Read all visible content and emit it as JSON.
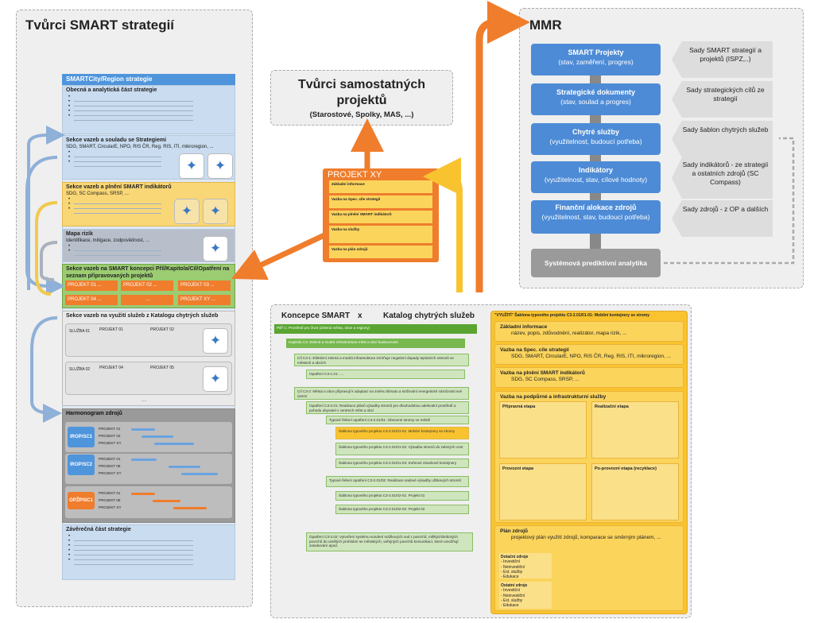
{
  "left": {
    "title": "Tvůrci SMART strategií",
    "strategy_header": "SMARTCity/Region strategie",
    "sec1": "Obecná a analytická část strategie",
    "sec2_title": "Sekce vazeb a souladu se Strategiemi",
    "sec2_sub": "SDG, SMART, CircularE, NPO, RIS ČR, Reg. RIS, ITI, mikroregion, ...",
    "sec3_title": "Sekce vazeb a plnění SMART indikátorů",
    "sec3_sub": "SDG, SC Compass, SRSP, ...",
    "sec4_title": "Mapa rizik",
    "sec4_sub": "Identifikace, mitigace, zodpovědnost, ...",
    "sec5_title": "Sekce vazeb na SMART koncepci Příl/Kapitola/Cíl/Opatření na seznam připravovaných projektů",
    "projects": [
      "PROJEKT 01 ...",
      "PROJEKT 02 ...",
      "PROJEKT 03 ...",
      "PROJEKT 04 ...",
      "...",
      "PROJEKT XY ..."
    ],
    "sec6_title": "Sekce vazeb na využití služeb z Katalogu chytrých služeb",
    "sl1": "SLUŽBA 01",
    "sl1_p1": "PROJEKT 01",
    "sl1_p2": "PROJEKT 02",
    "sl2": "SLUŽBA 02",
    "sl2_p1": "PROJEKT 04",
    "sl2_p2": "PROJEKT 05",
    "dots": "....",
    "harm_title": "Harmonogram zdrojů",
    "h1": "IROP/SC1",
    "h1_rows": [
      "PROJEKT 01",
      "PROJEKT 02",
      "PROJEKT XY"
    ],
    "h2": "IROP/SC2",
    "h2_rows": [
      "PROJEKT 01",
      "PROJEKT 06",
      "PROJEKT XY"
    ],
    "h3": "OPŽP/SC1",
    "h3_rows": [
      "PROJEKT 01",
      "PROJEKT 06",
      "PROJEKT XY"
    ],
    "final": "Závěrečná část strategie"
  },
  "center": {
    "title": "Tvůrci samostatných projektů",
    "sub": "(Starostové, Spolky, MAS, ...)",
    "proj": "PROJEKT XY",
    "proj_items": [
      "Základní informace",
      "Vazba na Spec. cíle strategií",
      "Vazba na plnění SMART indikátorů",
      "Vazba na služby",
      "Vazba na plán zdrojů"
    ]
  },
  "mmr": {
    "title": "MMR",
    "boxes": [
      {
        "t": "SMART Projekty",
        "s": "(stav, zaměření, progres)"
      },
      {
        "t": "Strategické dokumenty",
        "s": "(stav, soulad a progres)"
      },
      {
        "t": "Chytré služby",
        "s": "(využitelnost, budoucí potřeba)"
      },
      {
        "t": "Indikátory",
        "s": "(využitelnost, stav, cílové hodnoty)"
      },
      {
        "t": "Finanční alokace zdrojů",
        "s": "(využitelnost, stav, budoucí potřeba)"
      }
    ],
    "inputs": [
      "Sady SMART strategií a projektů (ISPZ,..)",
      "Sady strategických cílů ze strategií",
      "Sady šablon chytrých služeb",
      "Sady indikátorů - ze strategií a ostatních zdrojů (SC Compass)",
      "Sady zdrojů - z OP a dalších"
    ],
    "analytics": "Systémová prediktivní analytika"
  },
  "bottom": {
    "t1": "Koncepce SMART",
    "x": "x",
    "t2": "Katalog chytrých služeb",
    "rows": [
      "Pilíř C: Prostředí pro život (Zelená města, obce a regiony)",
      "Kapitola C3: Zelená a modrá infrastruktura měst a obcí budoucnosti",
      "Cíl C3-1: Efektivní zelená a modrá infrastruktura zmírňuje negativní dopady teplotních ostrovů ve městech a obcích",
      "Opatření C3-1.01: ....",
      "Cíl C3-2: Města a obce připravují k adaptaci na změnu klimatu a snižování energetické náročnosti své území",
      "Opatření C3-2.01: Realizace plánů výsadby stromů pro dlouhodobou adekvátní prostředí a pohodu obyvatel v centrech měst a obcí",
      "Typové řešení opatření C3-2.01/01: Obnovné stromy ve městě",
      "Šablona typového projektu C3-2.01/01-01: Mobilní kontejnery se stromy",
      "Šablona typového projektu C3-2.01/01-02: Výsadba stromů do zelených cest",
      "Šablona typového projektu C3-2.01/01-03: Kořeové závahové kontejnery",
      "Typové řešení opatření C3-2.01/02: Realizace sadové výsadby užitkových stromů",
      "Šablona typového projektu C3-2.01/02-01: Projekt 01",
      "Šablona typového projektu C3-2.01/02-02: Projekt 02",
      "Opatření C3-2.02: Vytvoření systému sondení srážkových vod z povrchů, mělkých/kritických povrchů do umělých prohlubní se městských, veřejných povrchů komunikací, které umožňují zasakování apod."
    ],
    "tpl_header": "\"VYUŽITÍ\" Šablona typového projektu C3-2.01/01-01: Mobilní kontejnery se stromy",
    "tpl_info_t": "Základní informace",
    "tpl_info_s": "název, popis, zdůvodnění, realizátor, mapa rizik, ...",
    "tpl_spec_t": "Vazba na Spec. cíle strategií",
    "tpl_spec_s": "SDG, SMART, CircularE, NPO, RIS ČR, Reg. RIS, ITI, mikroregion, ...",
    "tpl_ind_t": "Vazba na plnění SMART indikátorů",
    "tpl_ind_s": "SDG, SC Compass, SRSP, ...",
    "tpl_serv_t": "Vazba na podpůrné a infrastrukturní služby",
    "q1": "Přípravná etapa",
    "q2": "Realizační etapa",
    "q3": "Provozní etapa",
    "q4": "Po-provozní etapa (recyklace)",
    "plan_t": "Plán zdrojů",
    "plan_s": "projektový plán využití zdrojů, komparace se směrným plánem, ...",
    "plan_a": "Dotační zdroje",
    "plan_b": "Ostatní zdroje",
    "plan_items": [
      "- Investiční",
      "- Neinvestiční",
      "- Ext. služby",
      "- Edukace"
    ]
  }
}
